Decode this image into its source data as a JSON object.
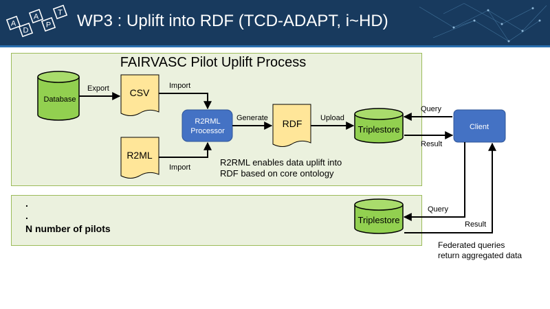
{
  "header": {
    "logo_letters": [
      "A",
      "D",
      "A",
      "P",
      "T"
    ],
    "title": "WP3 : Uplift into RDF (TCD-ADAPT, i~HD)"
  },
  "pilot_panel": {
    "title": "FAIRVASC Pilot Uplift Process",
    "nodes": {
      "database": "Database",
      "csv": "CSV",
      "r2ml": "R2ML",
      "processor_line1": "R2RML",
      "processor_line2": "Processor",
      "rdf": "RDF",
      "triplestore": "Triplestore"
    },
    "edges": {
      "export": "Export",
      "import_csv": "Import",
      "import_r2ml": "Import",
      "generate": "Generate",
      "upload": "Upload"
    },
    "note_line1": "R2RML enables data uplift into",
    "note_line2": "RDF based on core ontology"
  },
  "client": {
    "label": "Client",
    "query_top": "Query",
    "result_top": "Result",
    "query_bottom": "Query",
    "result_bottom": "Result"
  },
  "n_panel": {
    "dot1": ".",
    "dot2": ".",
    "label": "N number of pilots",
    "triplestore": "Triplestore"
  },
  "federated_note": {
    "line1": "Federated queries",
    "line2": "return aggregated data"
  },
  "colors": {
    "header_bg": "#183a5e",
    "panel_fill": "#ebf1de",
    "panel_border": "#9bbb59",
    "cylinder_green": "#92d050",
    "doc_yellow": "#ffe699",
    "processor_blue": "#4472c4"
  }
}
